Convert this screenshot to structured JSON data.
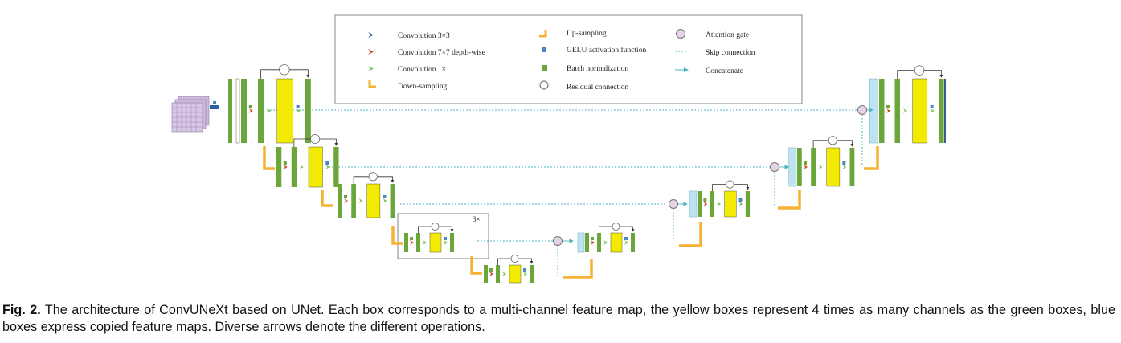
{
  "legend": {
    "conv3": "Convolution 3×3",
    "conv7": "Convolution 7×7 depth-wise",
    "conv1": "Convolution 1×1",
    "down": "Down-sampling",
    "up": "Up-sampling",
    "gelu": "GELU activation function",
    "bn": "Batch normalization",
    "residual": "Residual connection",
    "attention": "Attention gate",
    "skip": "Skip connection",
    "concat": "Concatenate"
  },
  "repeat_label": "3×",
  "caption": {
    "prefix": "Fig. 2.",
    "text": " The architecture of ConvUNeXt based on UNet. Each box corresponds to a multi-channel feature map, the yellow boxes represent 4 times as many channels as the green boxes, blue boxes express copied feature maps. Diverse arrows denote the different operations."
  },
  "colors": {
    "green": "#6aa63a",
    "yellow": "#f2ea00",
    "blue_copy": "#bfe3ef",
    "orange": "#f5b335",
    "teal": "#4bb5bf",
    "gelu_blue": "#4a86c8",
    "conv3_blue": "#2e5f9e",
    "conv7_red": "#c8462a",
    "conv1_green": "#7cc25a",
    "attention_fill": "#e6d2e6"
  },
  "icons": [
    "conv3-icon",
    "conv7-icon",
    "conv1-icon",
    "down-sampling-icon",
    "up-sampling-icon",
    "gelu-icon",
    "batch-norm-icon",
    "residual-icon",
    "attention-gate-icon",
    "skip-connection-icon",
    "concatenate-icon"
  ]
}
